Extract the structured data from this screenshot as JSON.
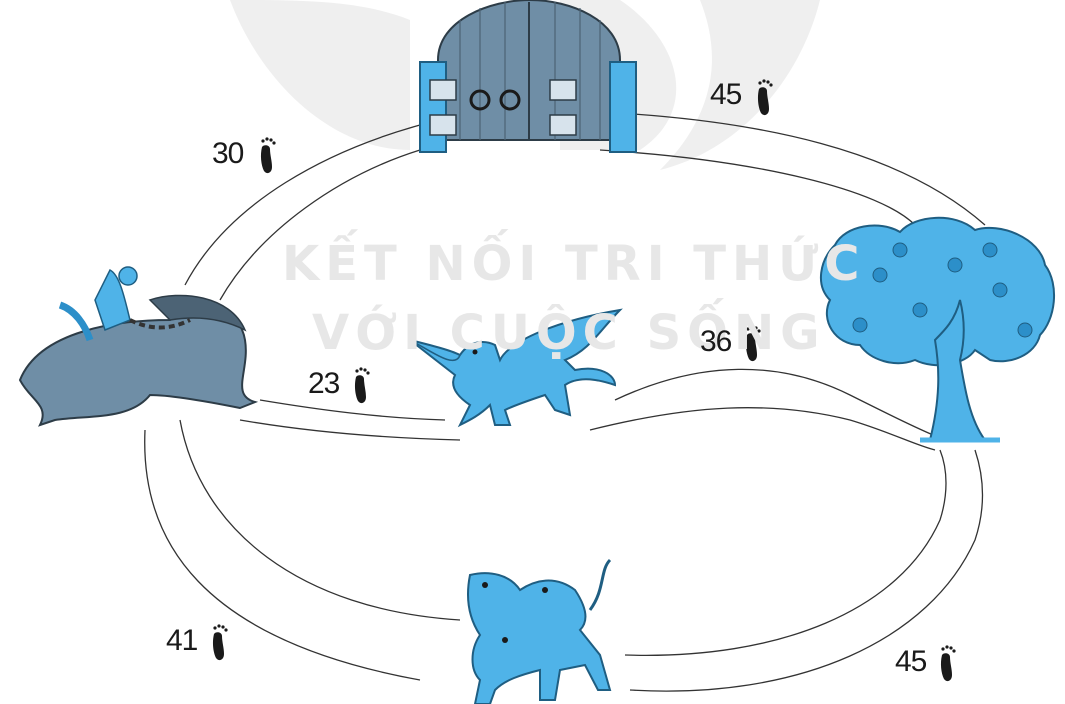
{
  "watermark": {
    "line1": "KẾT NỐI TRI THỨC",
    "line2": "VỚI CUỘC SỐNG"
  },
  "paths": [
    {
      "from": "gate",
      "to": "hero-lion",
      "steps": "30"
    },
    {
      "from": "gate",
      "to": "apple-tree",
      "steps": "45"
    },
    {
      "from": "hero-lion",
      "to": "dragon",
      "steps": "23"
    },
    {
      "from": "dragon",
      "to": "apple-tree",
      "steps": "36"
    },
    {
      "from": "hero-lion",
      "to": "three-headed-dog",
      "steps": "41"
    },
    {
      "from": "three-headed-dog",
      "to": "apple-tree",
      "steps": "45"
    }
  ],
  "icons": {
    "step": "footprint-icon",
    "gate": "gate-icon",
    "hero": "hero-riding-lion-icon",
    "dragon": "dragon-icon",
    "tree": "apple-tree-icon",
    "dog": "three-headed-dog-icon"
  },
  "colors": {
    "accent_blue": "#4fb3e8",
    "deep_blue": "#2c8fc9",
    "gray_blue": "#6f8ea6",
    "ink": "#1a1a1a"
  }
}
